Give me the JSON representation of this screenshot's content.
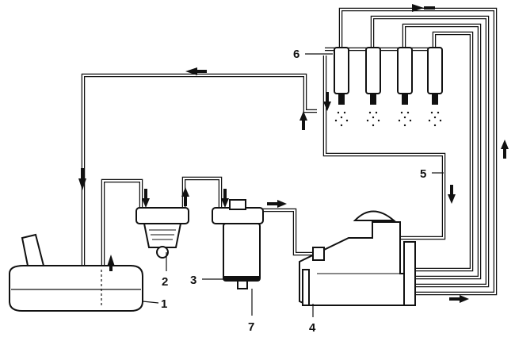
{
  "diagram": {
    "labels": [
      "1",
      "2",
      "3",
      "4",
      "5",
      "6",
      "7"
    ]
  },
  "colors": {
    "line": "#111111",
    "background": "#ffffff"
  }
}
